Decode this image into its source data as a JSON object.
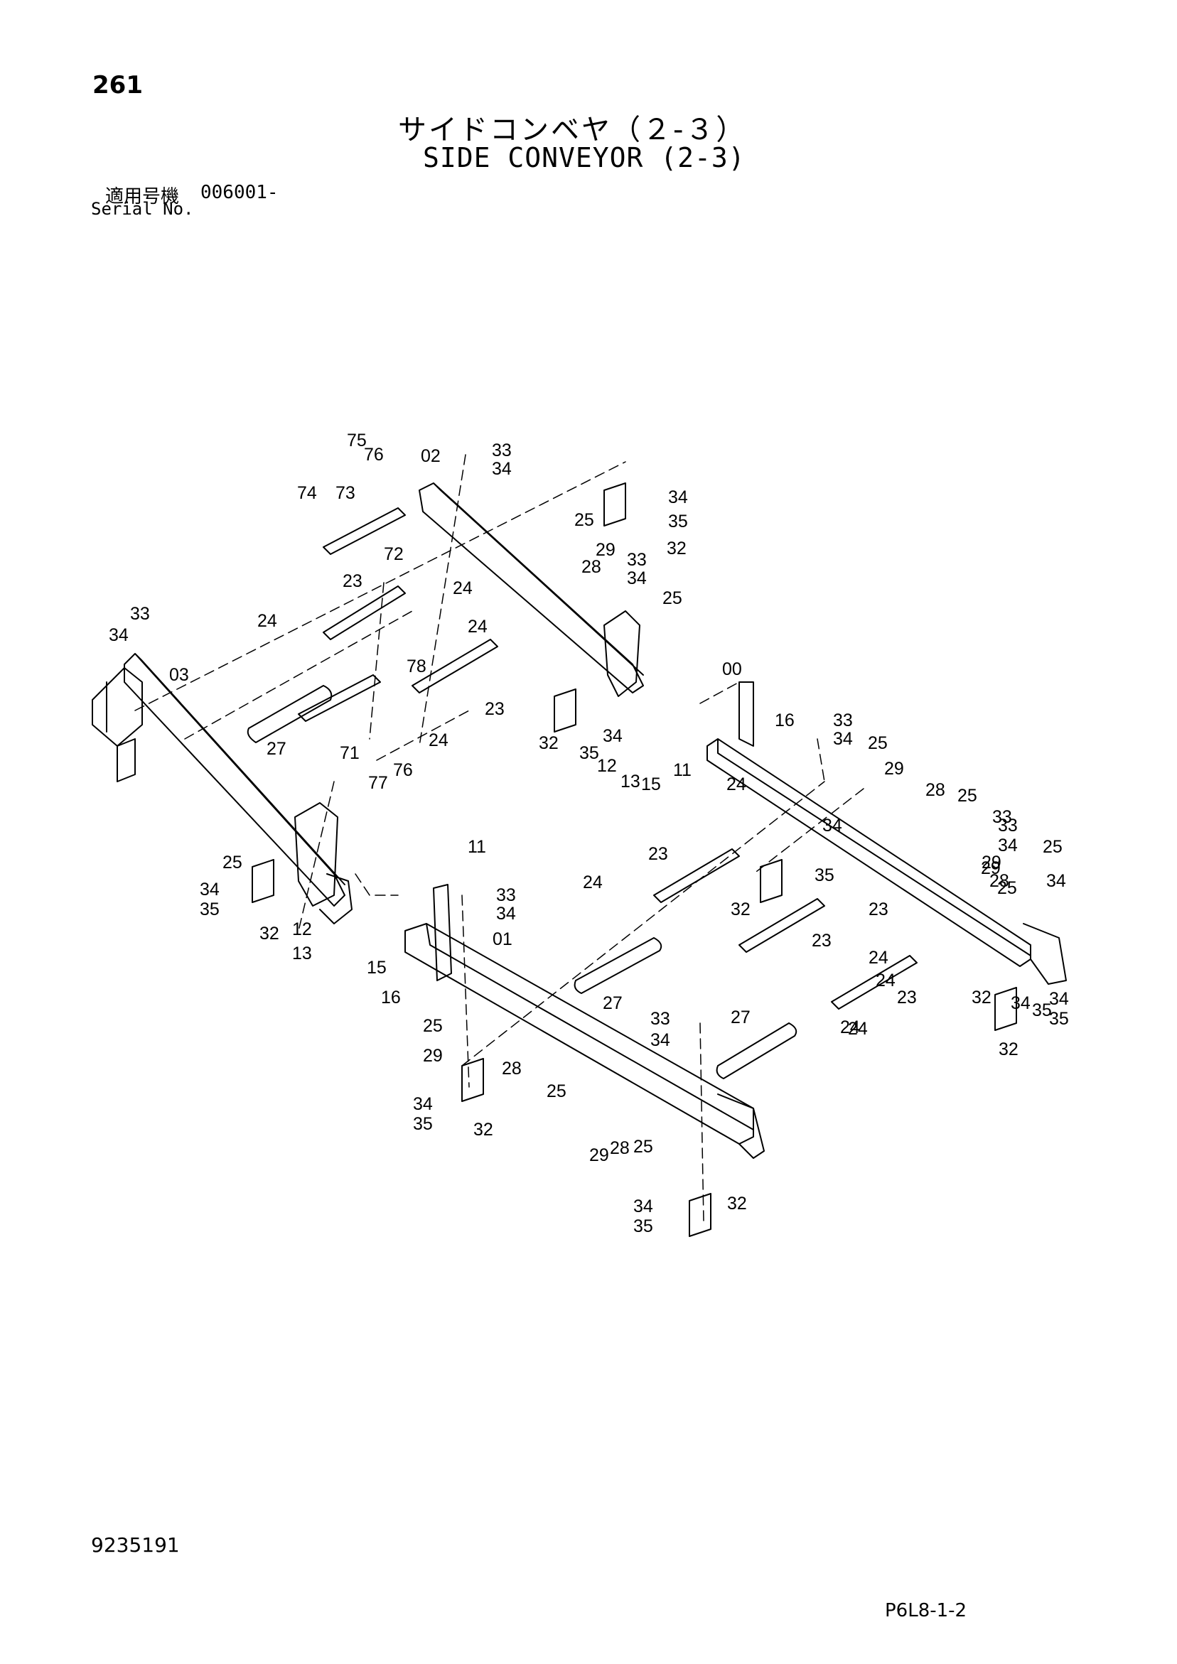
{
  "header": {
    "page_number": "261",
    "title_jp": "サイドコンベヤ（２-３）",
    "title_en": "SIDE CONVEYOR (2-3)",
    "serial_label_jp": "適用号機",
    "serial_value": "006001-",
    "serial_label_en": "Serial No."
  },
  "footer": {
    "doc_number": "9235191",
    "page_code": "P6L8-1-2"
  },
  "callouts": [
    "75",
    "76",
    "02",
    "33",
    "34",
    "74",
    "73",
    "34",
    "35",
    "72",
    "32",
    "25",
    "29",
    "28",
    "33",
    "34",
    "24",
    "23",
    "25",
    "33",
    "34",
    "24",
    "24",
    "03",
    "78",
    "23",
    "27",
    "71",
    "24",
    "76",
    "77",
    "32",
    "34",
    "35",
    "12",
    "13",
    "15",
    "11",
    "00",
    "16",
    "33",
    "34",
    "25",
    "29",
    "28",
    "25",
    "34",
    "25",
    "33",
    "34",
    "28",
    "29",
    "32",
    "35",
    "24",
    "23",
    "11",
    "34",
    "35",
    "32",
    "25",
    "12",
    "13",
    "15",
    "16",
    "33",
    "34",
    "01",
    "24",
    "23",
    "32",
    "34",
    "35",
    "24",
    "23",
    "24",
    "24",
    "23",
    "27",
    "25",
    "29",
    "28",
    "33",
    "34",
    "27",
    "24",
    "25",
    "34",
    "35",
    "32",
    "34",
    "35",
    "32",
    "29",
    "28",
    "25",
    "32",
    "34",
    "35",
    "33",
    "34",
    "25",
    "29",
    "28"
  ]
}
